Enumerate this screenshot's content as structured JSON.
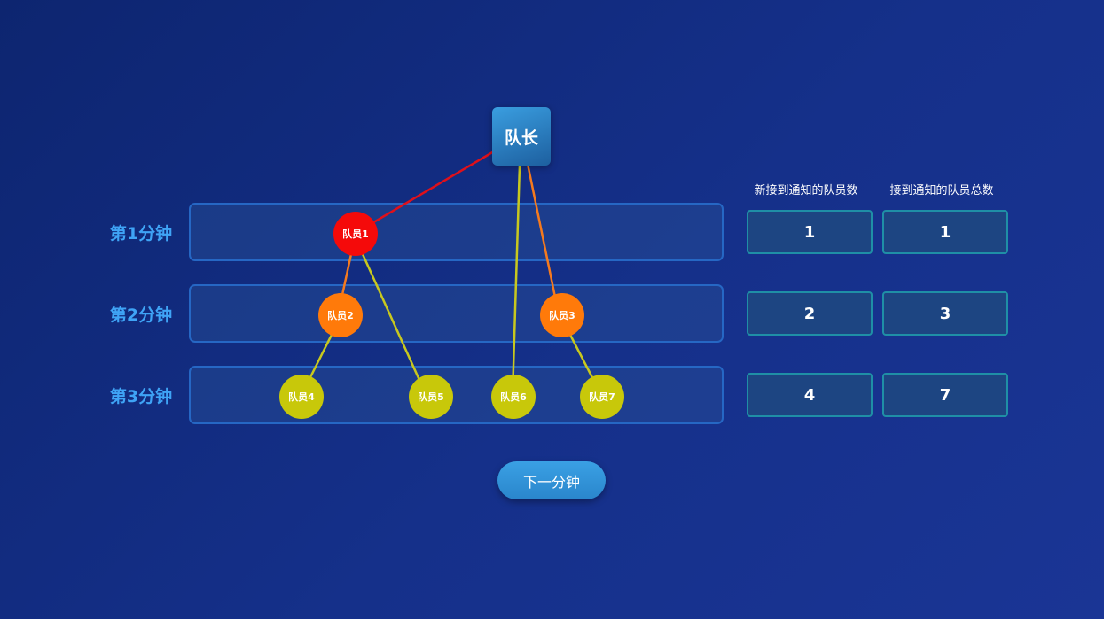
{
  "leader": {
    "label": "队长"
  },
  "rows": [
    {
      "label": "第1分钟",
      "new_count": "1",
      "total_count": "1"
    },
    {
      "label": "第2分钟",
      "new_count": "2",
      "total_count": "3"
    },
    {
      "label": "第3分钟",
      "new_count": "4",
      "total_count": "7"
    }
  ],
  "columns": {
    "new_header": "新接到通知的队员数",
    "total_header": "接到通知的队员总数"
  },
  "members": [
    {
      "label": "队员1",
      "minute": 1,
      "parent": "leader",
      "color": "#f50a0a"
    },
    {
      "label": "队员2",
      "minute": 2,
      "parent": "队员1",
      "color": "#ff7a0a"
    },
    {
      "label": "队员3",
      "minute": 2,
      "parent": "leader",
      "color": "#ff7a0a"
    },
    {
      "label": "队员4",
      "minute": 3,
      "parent": "队员2",
      "color": "#c8c80a"
    },
    {
      "label": "队员5",
      "minute": 3,
      "parent": "队员1",
      "color": "#c8c80a"
    },
    {
      "label": "队员6",
      "minute": 3,
      "parent": "leader",
      "color": "#c8c80a"
    },
    {
      "label": "队员7",
      "minute": 3,
      "parent": "队员3",
      "color": "#c8c80a"
    }
  ],
  "controls": {
    "next_label": "下一分钟"
  }
}
